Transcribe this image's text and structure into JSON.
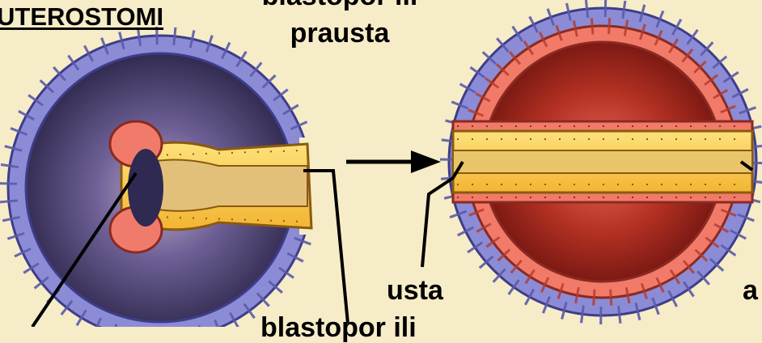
{
  "labels": {
    "title": "UTEROSTOMI",
    "blastopore_top_line1": "blastopor ili",
    "blastopore_top_line2": "prausta",
    "mouth": "usta",
    "anus_partial": "a",
    "blastopore_bottom": "blastopor ili"
  },
  "colors": {
    "background": "#f6ecc7",
    "ectoderm": "#8f8fd8",
    "mesoderm": "#f07a6a",
    "endoderm": "#f6c84a",
    "blastocoel_left": "#3c3660",
    "coelom_right": "#8f1e14"
  }
}
